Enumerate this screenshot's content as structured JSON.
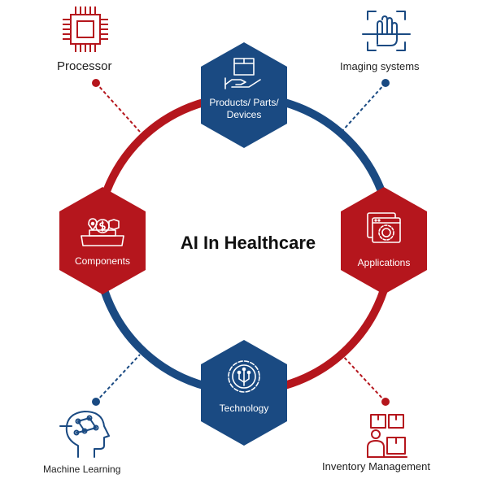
{
  "title": "AI In Healthcare",
  "colors": {
    "red": "#b5161d",
    "blue": "#1a4a82"
  },
  "hexagons": {
    "top": {
      "label": "Products/ Parts/ Devices",
      "icon": "hand-box-icon"
    },
    "right": {
      "label": "Applications",
      "icon": "app-window-gear-icon"
    },
    "bottom": {
      "label": "Technology",
      "icon": "gear-circuit-icon"
    },
    "left": {
      "label": "Components",
      "icon": "dollar-location-pack-icon"
    }
  },
  "outer": {
    "top_left": {
      "label": "Processor",
      "icon": "cpu-chip-icon"
    },
    "top_right": {
      "label": "Imaging systems",
      "icon": "hand-scan-icon"
    },
    "bottom_left": {
      "label": "Machine Learning",
      "icon": "head-network-icon"
    },
    "bottom_right": {
      "label": "Inventory Management",
      "icon": "worker-boxes-icon"
    }
  }
}
